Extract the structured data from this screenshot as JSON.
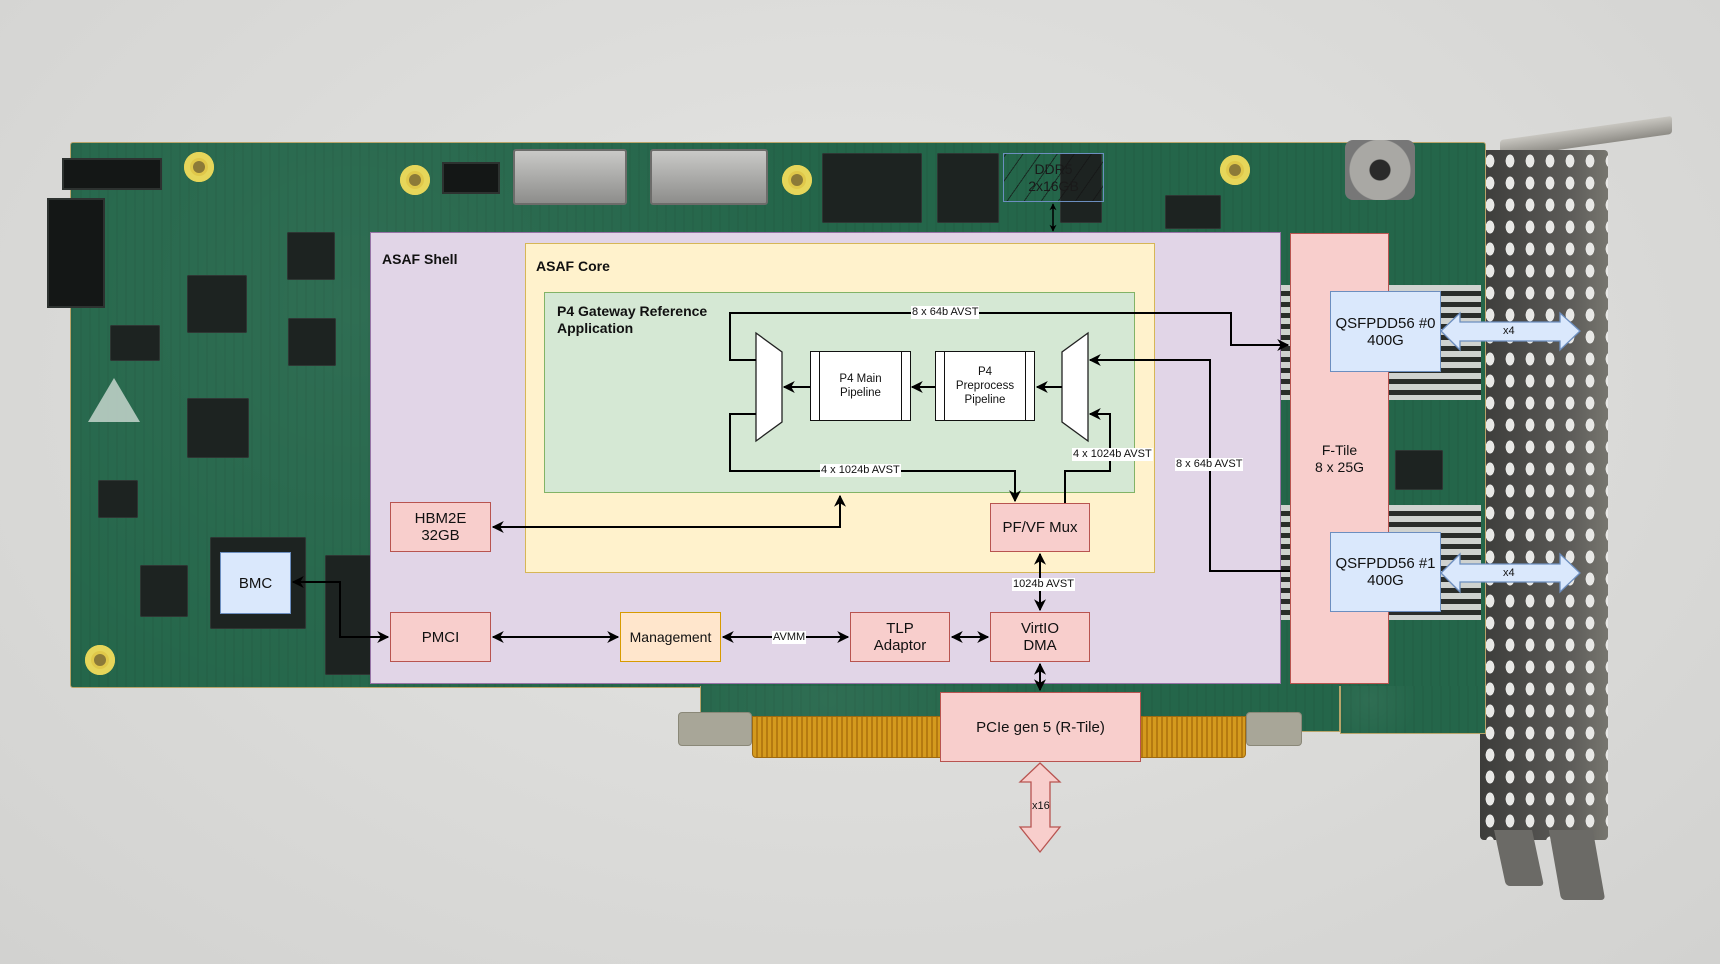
{
  "diagram": {
    "containers": {
      "shell": {
        "title": "ASAF Shell"
      },
      "core": {
        "title": "ASAF Core"
      },
      "gateway": {
        "title_line1": "P4 Gateway Reference",
        "title_line2": "Application"
      }
    },
    "blocks": {
      "p4_main": {
        "line1": "P4 Main",
        "line2": "Pipeline"
      },
      "p4_preprocess": {
        "line1": "P4",
        "line2": "Preprocess",
        "line3": "Pipeline"
      },
      "hbm": {
        "line1": "HBM2E",
        "line2": "32GB"
      },
      "bmc": {
        "label": "BMC"
      },
      "pmci": {
        "label": "PMCI"
      },
      "management": {
        "label": "Management"
      },
      "tlp": {
        "line1": "TLP",
        "line2": "Adaptor"
      },
      "pfvf": {
        "label": "PF/VF Mux"
      },
      "virtio": {
        "line1": "VirtIO",
        "line2": "DMA"
      },
      "pcie": {
        "label": "PCIe gen 5 (R-Tile)"
      },
      "ftile": {
        "line1": "F-Tile",
        "line2": "8 x 25G"
      },
      "qsfp0": {
        "line1": "QSFPDD56 #0",
        "line2": "400G"
      },
      "qsfp1": {
        "line1": "QSFPDD56 #1",
        "line2": "400G"
      },
      "ddr5": {
        "line1": "DDR5",
        "line2": "2x16GB"
      }
    },
    "edge_labels": {
      "tx_to_ftile": "8 x 64b AVST",
      "rx_from_ftile": "8 x 64b AVST",
      "to_pfvf": "4 x 1024b AVST",
      "from_pfvf": "4 x 1024b AVST",
      "pfvf_virtio": "1024b AVST",
      "mgmt_tlp": "AVMM",
      "qsfp0_lanes": "x4",
      "qsfp1_lanes": "x4",
      "pcie_lanes": "x16"
    },
    "colors": {
      "shell_fill": "#e1d5e7",
      "shell_stroke": "#9673a6",
      "core_fill": "#fff2cc",
      "core_stroke": "#d6b656",
      "gateway_fill": "#d5e8d4",
      "gateway_stroke": "#82b366",
      "red_fill": "#f8cecc",
      "red_stroke": "#b85450",
      "blue_fill": "#dae8fc",
      "blue_stroke": "#6c8ebf",
      "orange_fill": "#ffe6cc",
      "orange_stroke": "#d79b00",
      "connector": "#000000"
    }
  }
}
